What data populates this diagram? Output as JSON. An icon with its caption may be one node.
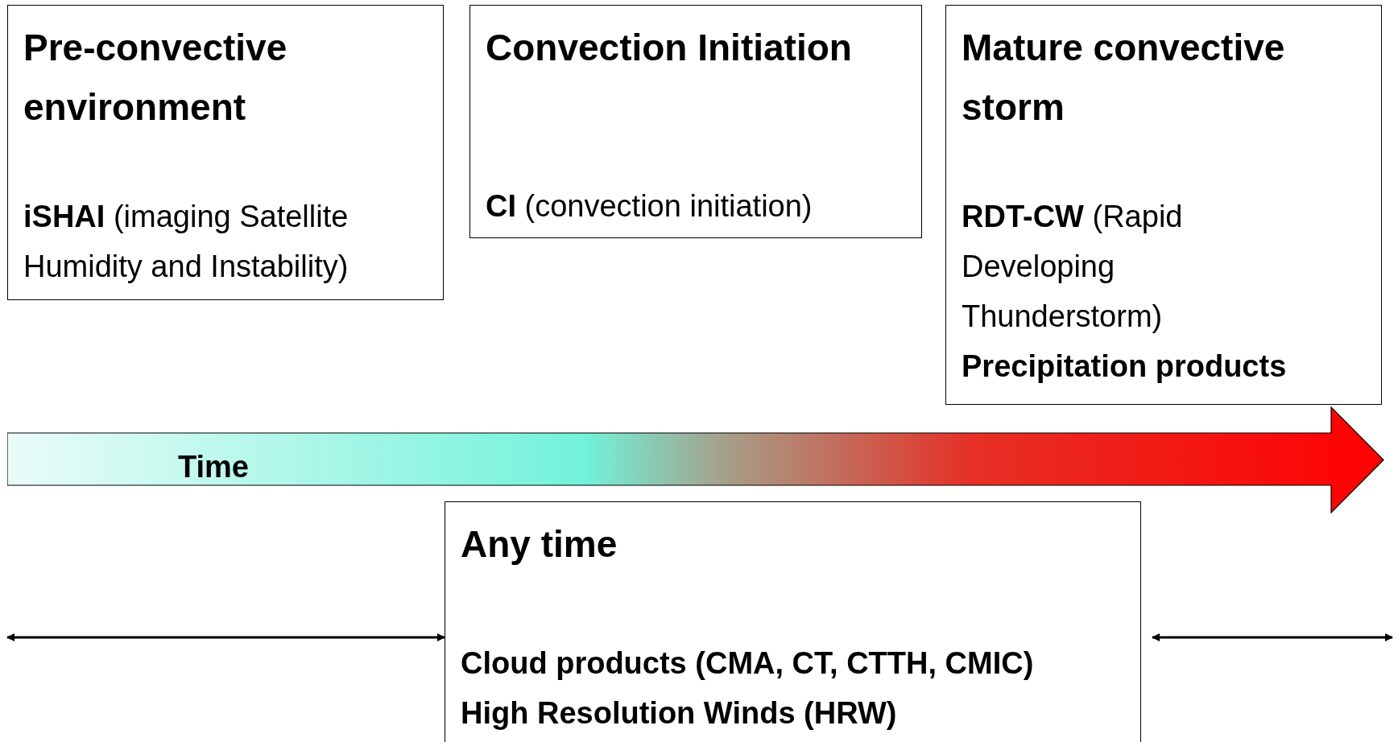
{
  "diagram": {
    "nodes": [
      {
        "text": [
          "Pre-convective environment",
          "**iSHAI** (imaging Satellite Humidity and Instability)"
        ]
      },
      {
        "text": [
          "Convection Initiation",
          "**CI** (convection initiation)"
        ]
      },
      {
        "text": [
          "Mature convective storm",
          "**RDT-CW** (Rapid Developing Thunderstorm)",
          "Precipitation products"
        ]
      },
      {
        "text": [
          "Time"
        ]
      },
      {
        "text": [
          "Any time",
          "Cloud products (CMA, CT, CTTH, CMIC)",
          "High Resolution Winds (HRW)"
        ]
      }
    ],
    "edges": [
      {
        "from": null,
        "to": 4,
        "arrow": "both"
      },
      {
        "from": 4,
        "to": null,
        "arrow": "both"
      }
    ]
  }
}
